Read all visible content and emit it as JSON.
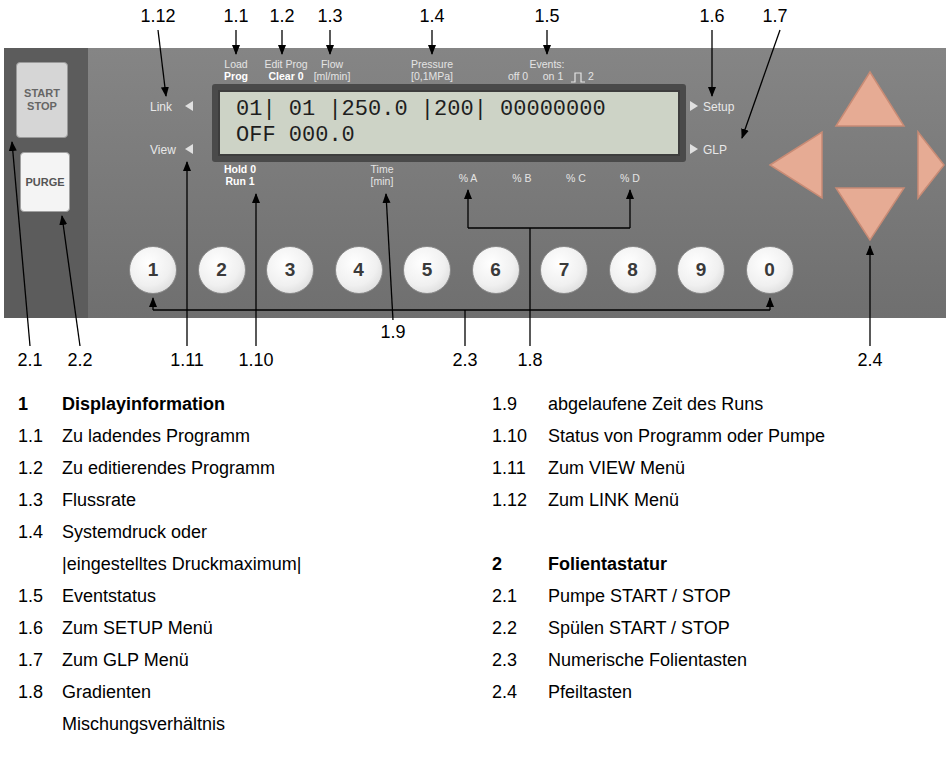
{
  "diagram": {
    "nodes": [
      {
        "text": [
          "START STOP"
        ]
      },
      {
        "text": [
          "PURGE"
        ]
      },
      {
        "text": [
          "01| 01 |250.0 |200| 00000000",
          "OFF 000.0"
        ]
      },
      {
        "text": [
          "1"
        ]
      },
      {
        "text": [
          "2"
        ]
      },
      {
        "text": [
          "3"
        ]
      },
      {
        "text": [
          "4"
        ]
      },
      {
        "text": [
          "5"
        ]
      },
      {
        "text": [
          "6"
        ]
      },
      {
        "text": [
          "7"
        ]
      },
      {
        "text": [
          "8"
        ]
      },
      {
        "text": [
          "9"
        ]
      },
      {
        "text": [
          "0"
        ]
      }
    ],
    "labels": [
      "1.12",
      "1.1",
      "1.2",
      "1.3",
      "1.4",
      "1.5",
      "1.6",
      "1.7",
      "Load",
      "Prog",
      "Edit Prog",
      "Clear 0",
      "Flow",
      "[ml/min]",
      "Pressure",
      "[0,1MPa]",
      "Events:",
      "off 0",
      "on 1",
      "2",
      "Link",
      "View",
      "Setup",
      "GLP",
      "Hold 0",
      "Run 1",
      "Time",
      "[min]",
      "% A",
      "% B",
      "% C",
      "% D",
      "1.9",
      "2.1",
      "2.2",
      "1.11",
      "1.10",
      "2.3",
      "1.8",
      "2.4",
      "1",
      "Displayinformation",
      "1.1",
      "Zu ladendes Programm",
      "1.2",
      "Zu editierendes Programm",
      "1.3",
      "Flussrate",
      "1.4",
      "Systemdruck oder |eingestelltes Druckmaximum|",
      "1.5",
      "Eventstatus",
      "1.6",
      "Zum SETUP Menü",
      "1.7",
      "Zum GLP Menü",
      "1.8",
      "Gradienten Mischungsverhältnis",
      "1.9",
      "abgelaufene Zeit des Runs",
      "1.10",
      "Status von Programm oder Pumpe",
      "1.11",
      "Zum VIEW Menü",
      "1.12",
      "Zum LINK Menü",
      "2",
      "Folientastatur",
      "2.1",
      "Pumpe START / STOP",
      "2.2",
      "Spülen START / STOP",
      "2.3",
      "Numerische Folientasten",
      "2.4",
      "Pfeiltasten"
    ]
  }
}
